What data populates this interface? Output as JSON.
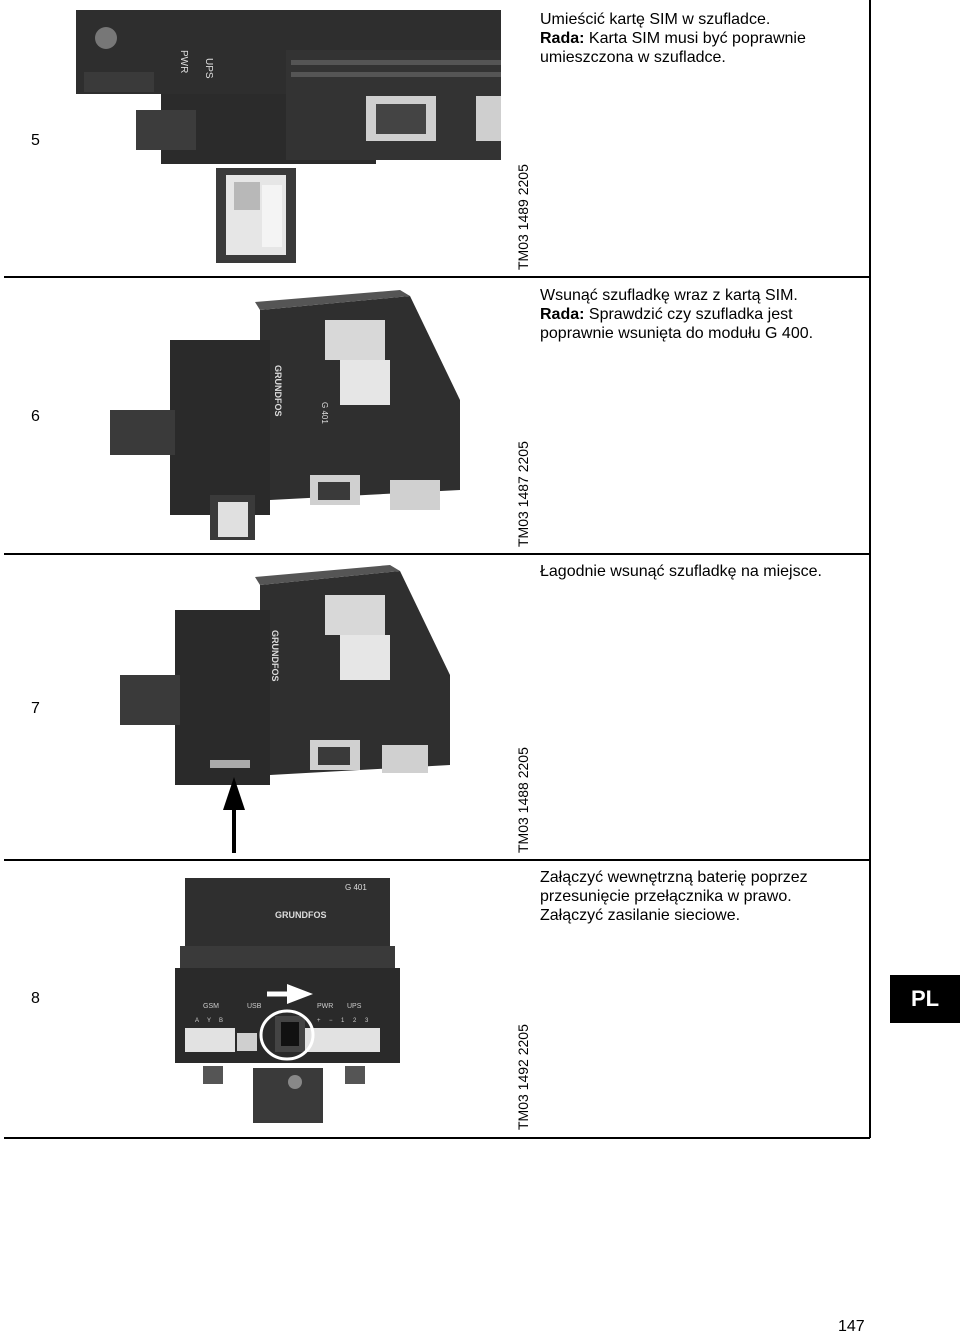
{
  "steps": [
    {
      "number": "5",
      "code": "TM03 1489 2205",
      "lines": [
        "Umieścić kartę SIM w szufladce."
      ],
      "hint_label": "Rada:",
      "hint_text": "Karta SIM musi być poprawnie umieszczona w szufladce."
    },
    {
      "number": "6",
      "code": "TM03 1487 2205",
      "lines": [
        "Wsunąć szufladkę wraz z kartą SIM."
      ],
      "hint_label": "Rada:",
      "hint_text": "Sprawdzić czy szufladka jest poprawnie wsunięta do modułu G 400."
    },
    {
      "number": "7",
      "code": "TM03 1488 2205",
      "lines": [
        "Łagodnie wsunąć szufladkę na miejsce."
      ]
    },
    {
      "number": "8",
      "code": "TM03 1492 2205",
      "lines": [
        "Załączyć wewnętrzną baterię poprzez przesunięcie przełącznika w prawo.",
        "Załączyć zasilanie sieciowe."
      ]
    }
  ],
  "photo_labels": {
    "pwr": "PWR",
    "ups": "UPS",
    "gsm": "GSM",
    "usb": "USB",
    "brand": "GRUNDFOS",
    "model": "G 401",
    "term_plus": "+",
    "term_minus": "−",
    "term_1": "1",
    "term_2": "2",
    "term_3": "3",
    "term_a": "A",
    "term_y": "Y",
    "term_b": "B"
  },
  "language_badge": "PL",
  "page_number": "147"
}
